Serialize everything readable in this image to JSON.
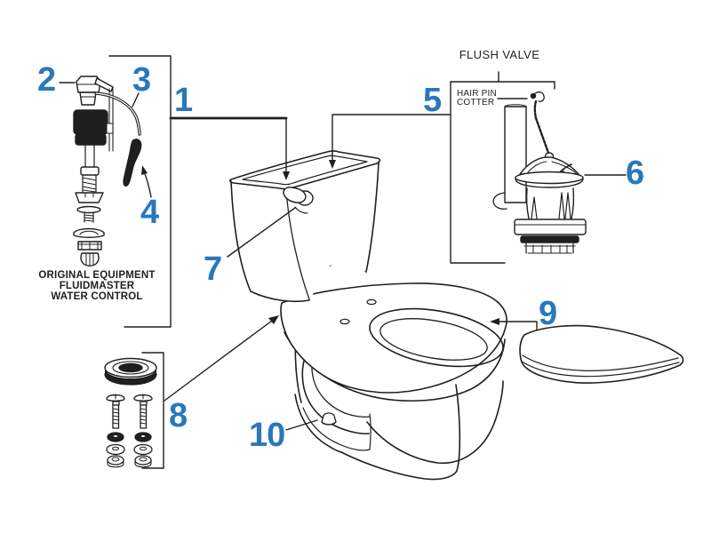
{
  "diagram": {
    "background_color": "#ffffff",
    "line_color": "#1f1f1f",
    "accent_color": "#2878be",
    "part_labels": [
      {
        "number": "1"
      },
      {
        "number": "2"
      },
      {
        "number": "3"
      },
      {
        "number": "4"
      },
      {
        "number": "5"
      },
      {
        "number": "6"
      },
      {
        "number": "7"
      },
      {
        "number": "8"
      },
      {
        "number": "9"
      },
      {
        "number": "10"
      }
    ],
    "text_labels": {
      "flush_valve": "FLUSH VALVE",
      "hair_pin_cotter": [
        "HAIR PIN",
        "COTTER"
      ],
      "water_control": [
        "ORIGINAL EQUIPMENT",
        "FLUIDMASTER",
        "WATER CONTROL"
      ]
    }
  }
}
